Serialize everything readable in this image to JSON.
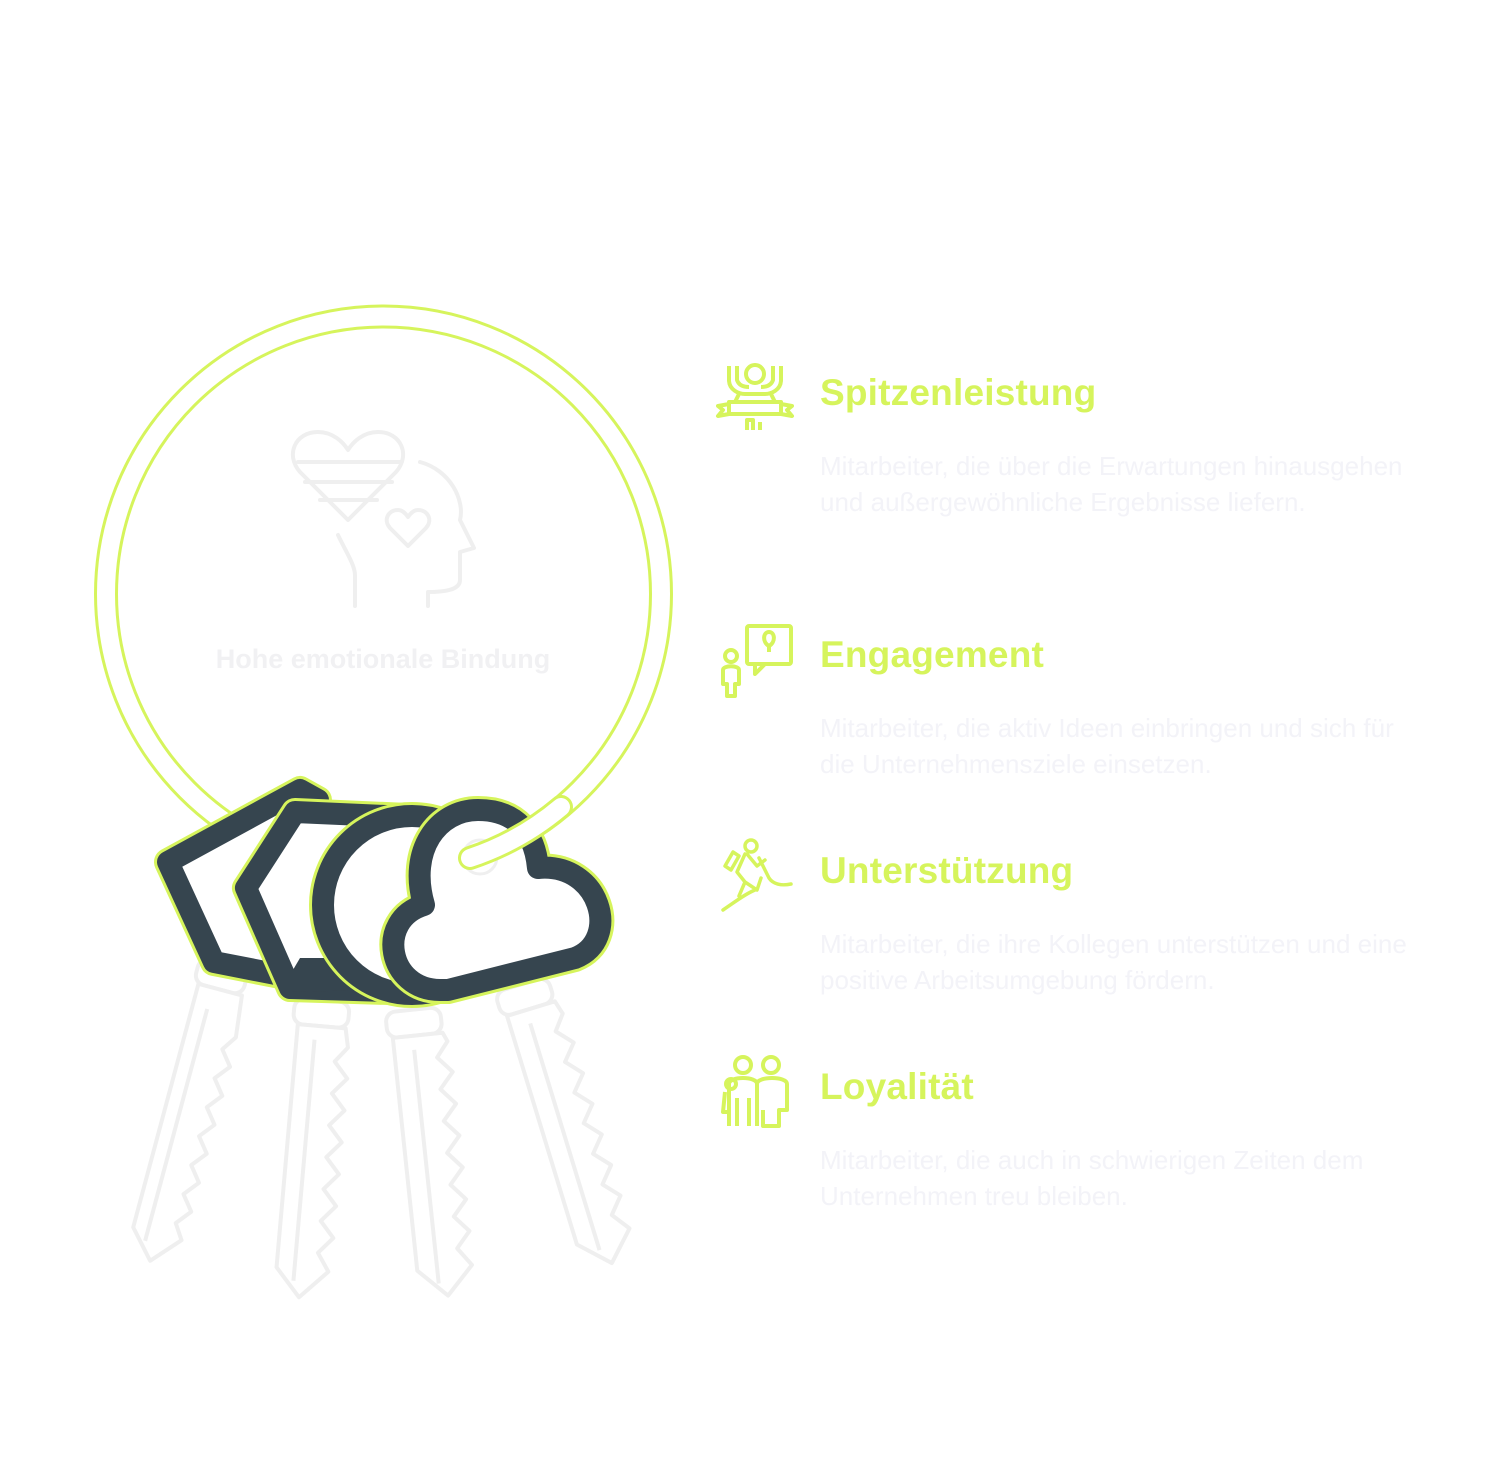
{
  "colors": {
    "accent": "#d6f45c",
    "tag_dark": "#36454f",
    "muted": "#efefef",
    "text_pale": "#f3f3f8"
  },
  "center": {
    "label": "Hohe emotionale Bindung",
    "icon": "heart-head-icon"
  },
  "items": [
    {
      "icon": "celebrating-person-banner-icon",
      "title": "Spitzenleistung",
      "description": "Mitarbeiter, die über die Erwartungen hinausgehen und außergewöhnliche Ergebnisse liefern."
    },
    {
      "icon": "person-idea-bubble-icon",
      "title": "Engagement",
      "description": "Mitarbeiter, die aktiv Ideen einbringen und sich für die Unternehmensziele einsetzen."
    },
    {
      "icon": "climbing-helper-icon",
      "title": "Unterstützung",
      "description": "Mitarbeiter, die ihre Kollegen unterstützen und eine positive Arbeitsumgebung fördern."
    },
    {
      "icon": "group-people-icon",
      "title": "Loyalität",
      "description": "Mitarbeiter, die auch in schwierigen Zeiten dem Unternehmen treu bleiben."
    }
  ]
}
